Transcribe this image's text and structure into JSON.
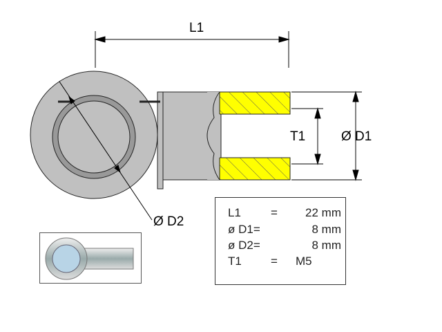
{
  "dimensions": {
    "l1": "L1",
    "t1": "T1",
    "d1": "Ø D1",
    "d2": "Ø D2"
  },
  "spec_table": [
    {
      "key": "L1",
      "eq": "=",
      "value": "22 mm"
    },
    {
      "key": "ø D1=",
      "eq": "",
      "value": "8 mm"
    },
    {
      "key": "ø D2=",
      "eq": "",
      "value": "8 mm"
    },
    {
      "key": "T1",
      "eq": "=",
      "value": "M5"
    }
  ],
  "colors": {
    "body": "#c0c0c0",
    "thread": "#ffff00",
    "ring": "#999999"
  }
}
